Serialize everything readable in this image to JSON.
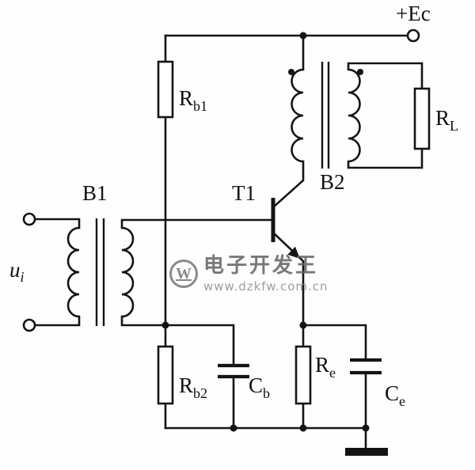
{
  "figure": {
    "type": "circuit-schematic",
    "description": "Transformer-coupled single-transistor amplifier stage"
  },
  "labels": {
    "supply": "+Ec",
    "transistor": "T1",
    "input_transformer": "B1",
    "output_transformer": "B2",
    "input_signal_main": "u",
    "input_signal_sub": "i",
    "rb1_main": "R",
    "rb1_sub": "b1",
    "rb2_main": "R",
    "rb2_sub": "b2",
    "re_main": "R",
    "re_sub": "e",
    "rl_main": "R",
    "rl_sub": "L",
    "cb_main": "C",
    "cb_sub": "b",
    "ce_main": "C",
    "ce_sub": "e"
  },
  "watermark": {
    "logo": "W",
    "name": "电子开发王",
    "url": "www.dzkfw.com.cn"
  },
  "colors": {
    "line": "#141414",
    "background": "#fefefe",
    "watermark_text": "#616161",
    "watermark_url": "#8d8d8d"
  }
}
